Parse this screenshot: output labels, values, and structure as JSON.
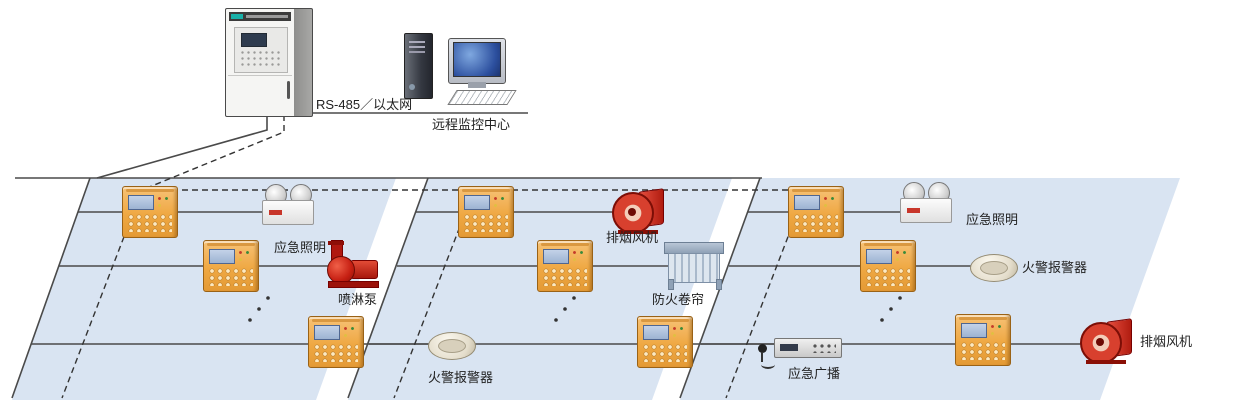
{
  "top": {
    "bus_label": "RS-485／以太网",
    "center_label": "远程监控中心"
  },
  "floor1": {
    "emergency_light": "应急照明",
    "spray_pump": "喷淋泵",
    "fire_alarm": "火警报警器"
  },
  "floor2": {
    "exhaust_fan": "排烟风机",
    "fire_shutter": "防火卷帘",
    "broadcast": "应急广播"
  },
  "floor3": {
    "emergency_light": "应急照明",
    "fire_alarm": "火警报警器",
    "exhaust_fan": "排烟风机"
  },
  "colors": {
    "panel": "#d9e4f2",
    "bus_solid": "#4a4a4a",
    "bus_dashed": "#333333",
    "alarm_red": "#c61f12",
    "controller_orange": "#efa843"
  }
}
